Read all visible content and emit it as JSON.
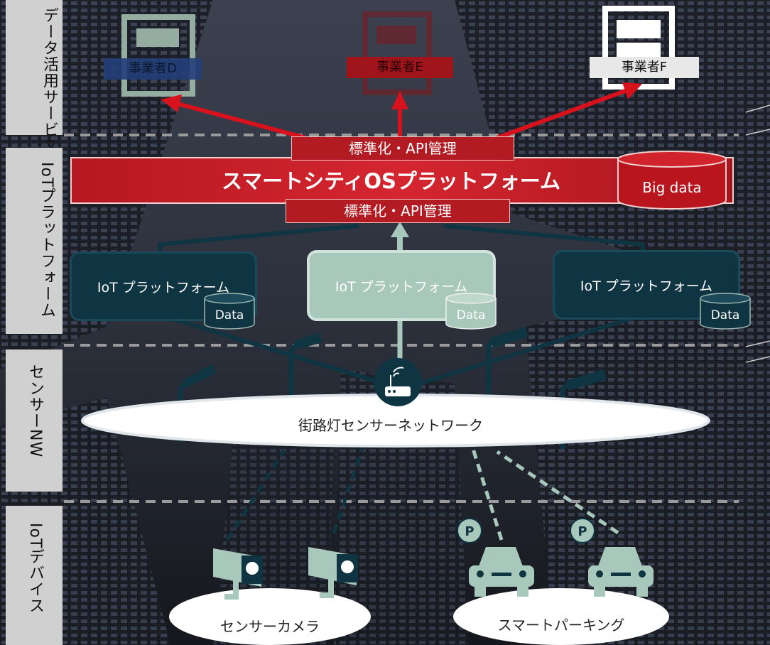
{
  "layers": {
    "service": "データ活用サービス提供",
    "platform": "IoTプラットフォーム",
    "network": "センサーNW",
    "devices": "IoTデバイス"
  },
  "operators": [
    {
      "label": "事業者D",
      "color": "#2b5aa8"
    },
    {
      "label": "事業者E",
      "color": "#a0151c"
    },
    {
      "label": "事業者F",
      "color": "#e8e8e8"
    }
  ],
  "os_platform": {
    "title": "スマートシティOSプラットフォーム",
    "std_top": "標準化・API管理",
    "std_bottom": "標準化・API管理",
    "bigdata": "Big data"
  },
  "iot_platforms": [
    {
      "label": "IoT プラットフォーム",
      "data": "Data",
      "color": "#0f3442"
    },
    {
      "label": "IoT プラットフォーム",
      "data": "Data",
      "color": "#a8c8bc"
    },
    {
      "label": "IoT プラットフォーム",
      "data": "Data",
      "color": "#0f3442"
    }
  ],
  "network_label": "街路灯センサーネットワーク",
  "devices": {
    "camera": "センサーカメラ",
    "parking": "スマートパーキング"
  },
  "colors": {
    "red": "#c0131c",
    "teal_dark": "#0f3442",
    "teal_light": "#a8c8bc",
    "label_bg": "#d0d0d0"
  }
}
